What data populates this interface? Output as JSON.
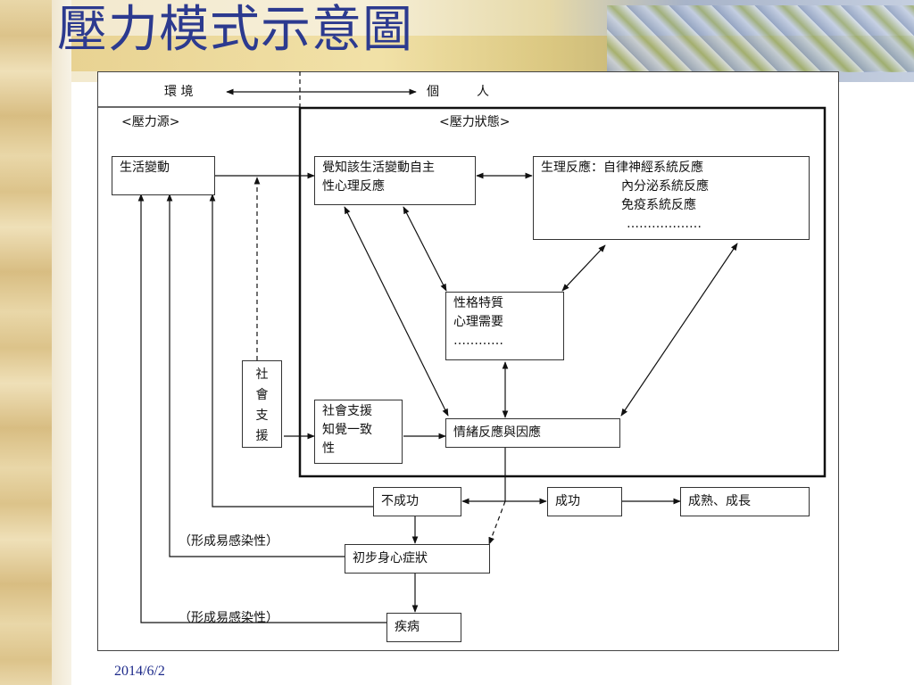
{
  "title": "壓力模式示意圖",
  "date": "2014/6/2",
  "header": {
    "environment": "環 境",
    "individual": "個　　　人"
  },
  "sections": {
    "stress_source": "<壓力源>",
    "stress_state": "<壓力狀態>"
  },
  "nodes": {
    "life_change": "生活變動",
    "perceive": [
      "覺知該生活變動自主",
      "性心理反應"
    ],
    "physio": [
      "生理反應：自律神經系統反應",
      "內分泌系統反應",
      "免疫系統反應",
      "………………"
    ],
    "personality": [
      "性格特質",
      "心理需要",
      "…………"
    ],
    "social_support": [
      "社",
      "會",
      "支",
      "援"
    ],
    "perceived_support": [
      "社會支援",
      "知覺一致",
      "性"
    ],
    "emotion": "情緒反應與因應",
    "fail": "不成功",
    "success": "成功",
    "mature": "成熟、成長",
    "initial_symptoms": "初步身心症狀",
    "disease": "疾病"
  },
  "annotations": {
    "susceptibility_1": "（形成易感染性）",
    "susceptibility_2": "（形成易感染性）"
  }
}
